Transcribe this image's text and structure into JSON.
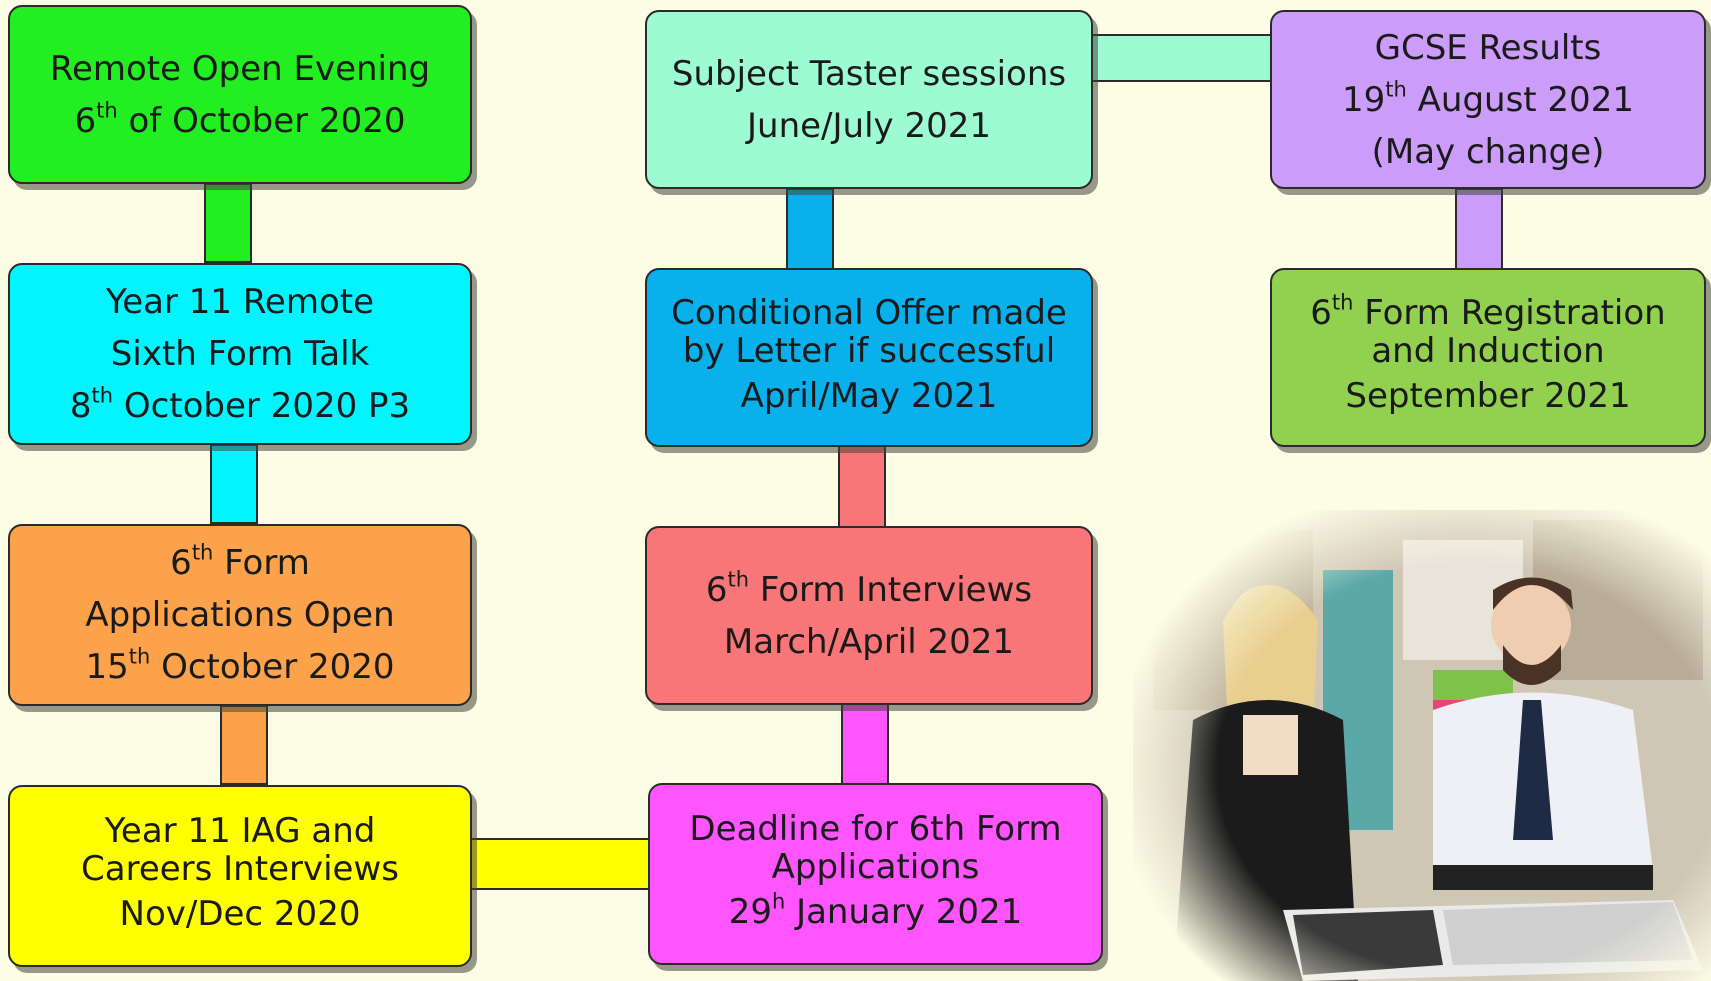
{
  "colors": {
    "green": "#22ee22",
    "cyan": "#00f5ff",
    "orange": "#fba24b",
    "yellow": "#ffff00",
    "mint": "#9dfbd2",
    "blue": "#08b0ec",
    "red": "#f87677",
    "magenta": "#ff55ff",
    "purple": "#cb9cf9",
    "leaf": "#92d050"
  },
  "steps": {
    "open_evening": {
      "line1": "Remote Open Evening",
      "date_num": "6",
      "date_sup": "th",
      "date_rest": " of October 2020"
    },
    "year11_talk": {
      "line1": "Year 11 Remote",
      "line2": "Sixth Form Talk",
      "date_num": "8",
      "date_sup": "th",
      "date_rest": " October 2020 P3"
    },
    "applications_open": {
      "num": "6",
      "sup": "th",
      "line1_rest": " Form",
      "line2": "Applications Open",
      "date_num": "15",
      "date_sup": "th",
      "date_rest": " October 2020"
    },
    "iag": {
      "line1": "Year 11 IAG and",
      "line2": "Careers Interviews",
      "date": "Nov/Dec 2020"
    },
    "deadline": {
      "line1": "Deadline for 6th Form",
      "line2": "Applications",
      "date_num": "29",
      "date_sup": "h",
      "date_rest": " January 2021"
    },
    "interviews": {
      "num": "6",
      "sup": "th",
      "line1_rest": " Form Interviews",
      "date": "March/April 2021"
    },
    "offer": {
      "line1": "Conditional Offer made",
      "line2": "by Letter if successful",
      "date": "April/May 2021"
    },
    "taster": {
      "line1": "Subject Taster sessions",
      "date": "June/July 2021"
    },
    "gcse": {
      "line1": "GCSE Results",
      "date_num": "19",
      "date_sup": "th",
      "date_rest": " August 2021",
      "note": "(May change)"
    },
    "registration": {
      "num": "6",
      "sup": "th",
      "line1_rest": " Form Registration",
      "line2": "and Induction",
      "date": "September 2021"
    }
  }
}
